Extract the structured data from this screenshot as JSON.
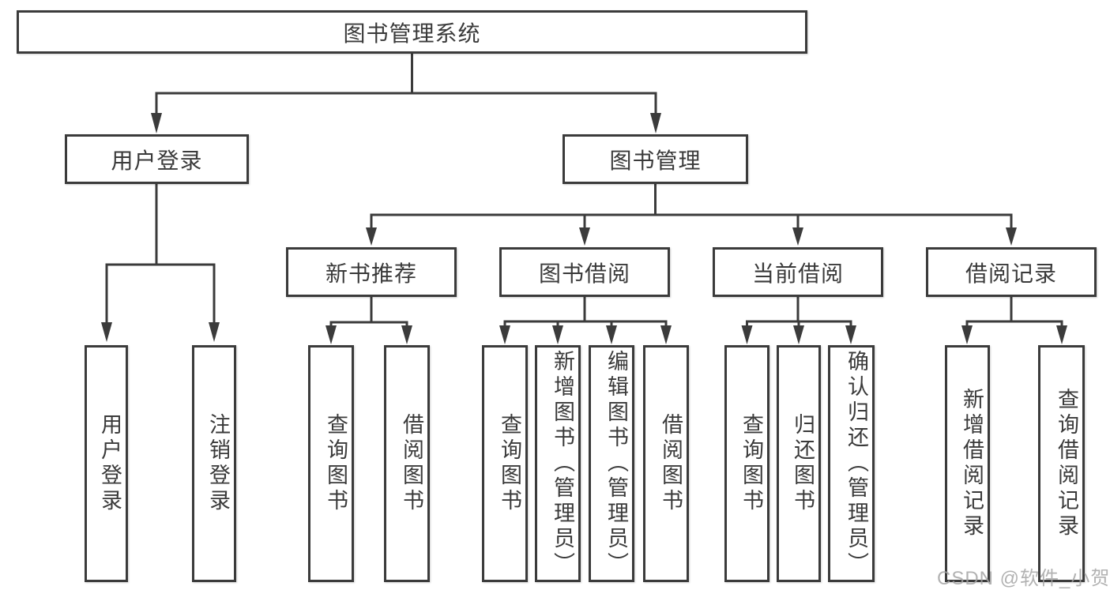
{
  "diagram": {
    "root_label": "图书管理系统",
    "level2": [
      {
        "label": "用户登录"
      },
      {
        "label": "图书管理"
      }
    ],
    "level3": [
      {
        "label": "新书推荐"
      },
      {
        "label": "图书借阅"
      },
      {
        "label": "当前借阅"
      },
      {
        "label": "借阅记录"
      }
    ],
    "leaves": {
      "user": [
        "用户登录",
        "注销登录"
      ],
      "recommend": [
        "查询图书",
        "借阅图书"
      ],
      "borrow": [
        "查询图书",
        "新增图书（管理员）",
        "编辑图书（管理员）",
        "借阅图书"
      ],
      "current": [
        "查询图书",
        "归还图书",
        "确认归还（管理员）"
      ],
      "record": [
        "新增借阅记录",
        "查询借阅记录"
      ]
    }
  },
  "watermark": {
    "text": "CSDN @软件_小贺同学"
  },
  "colors": {
    "line": "#3b3b3b",
    "text": "#3a3a3a",
    "background": "#ffffff",
    "watermark": "#a4a4a4"
  }
}
